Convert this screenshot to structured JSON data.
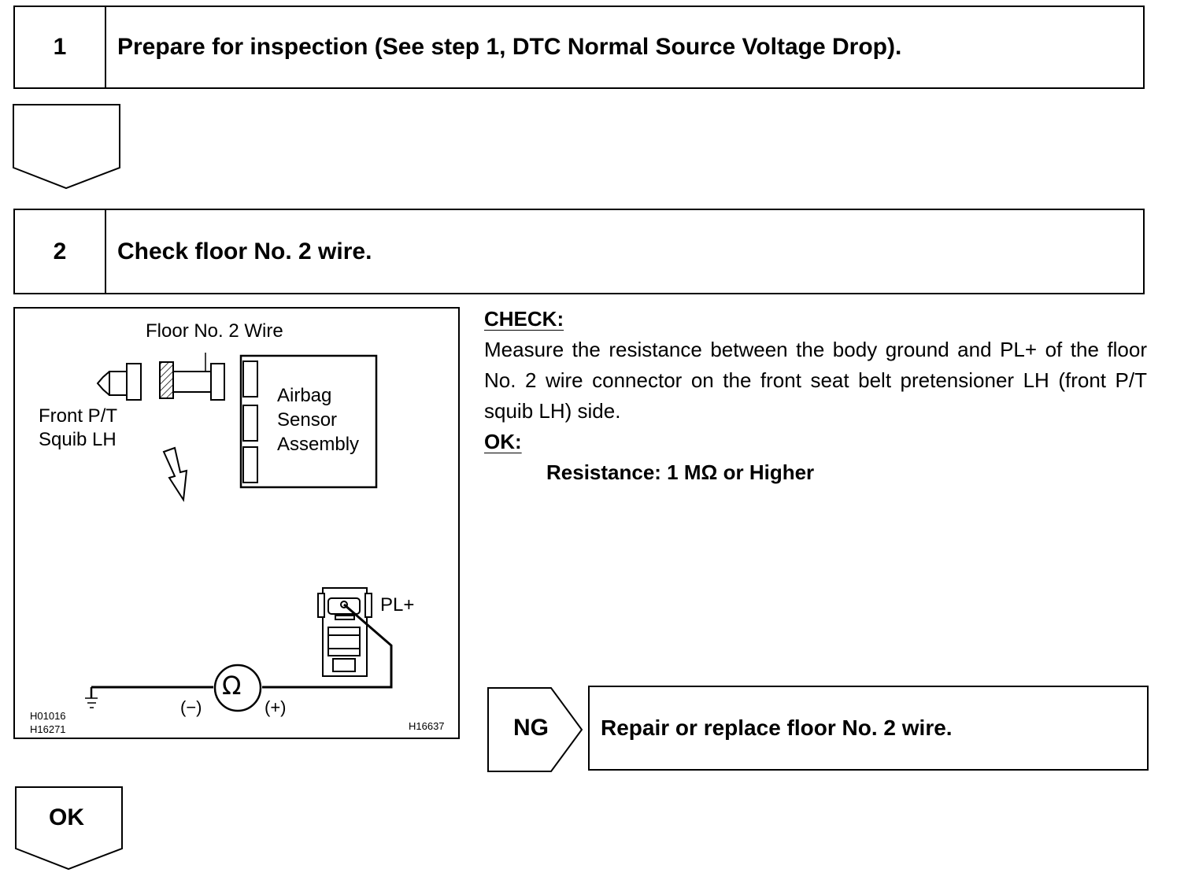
{
  "steps": [
    {
      "number": "1",
      "title": "Prepare for inspection (See step 1, DTC Normal Source Voltage Drop)."
    },
    {
      "number": "2",
      "title": "Check floor No. 2 wire."
    }
  ],
  "figure": {
    "wire_label": "Floor No. 2 Wire",
    "squib_label_line1": "Front P/T",
    "squib_label_line2": "Squib LH",
    "sensor_line1": "Airbag",
    "sensor_line2": "Sensor",
    "sensor_line3": "Assembly",
    "terminal_label": "PL+",
    "ohm_symbol": "Ω",
    "neg_label": "(−)",
    "pos_label": "(+)",
    "code_left1": "H01016",
    "code_left2": "H16271",
    "code_right": "H16637"
  },
  "check": {
    "heading": "CHECK:",
    "instruction": "Measure the resistance between the body ground and PL+ of the floor No. 2 wire connector on the front seat belt pretensioner LH (front P/T squib LH) side.",
    "ok_heading": "OK:",
    "spec": "Resistance: 1 MΩ or Higher"
  },
  "results": {
    "ng_label": "NG",
    "ng_action": "Repair or replace floor No. 2 wire.",
    "ok_label": "OK"
  }
}
